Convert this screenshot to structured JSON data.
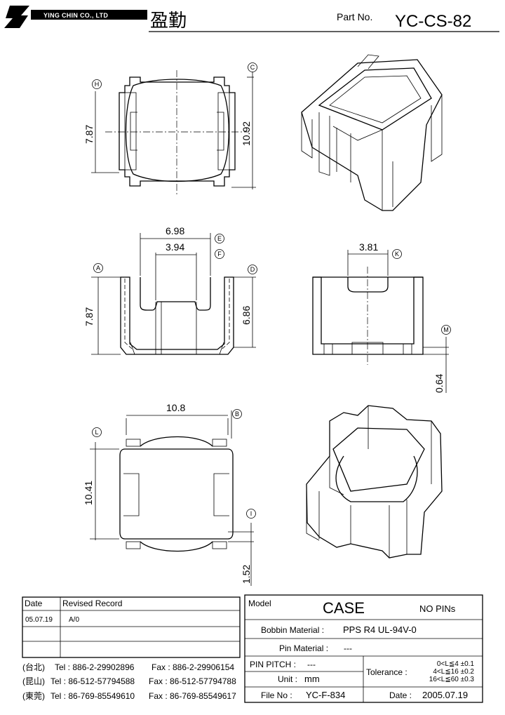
{
  "header": {
    "company": "YING CHIN CO., LTD",
    "brand_cn": "盈勤",
    "part_label": "Part  No.",
    "part_no": "YC-CS-82"
  },
  "dims": {
    "top_height": "7.87",
    "top_width": "10.92",
    "front_outer": "6.98",
    "front_inner": "3.94",
    "front_height": "7.87",
    "front_inner_height": "6.86",
    "side_slot": "3.81",
    "pin_offset": "0.64",
    "bottom_width": "10.8",
    "bottom_height": "10.41",
    "bottom_offset": "1.52"
  },
  "markers": {
    "A": "A",
    "B": "B",
    "C": "C",
    "D": "D",
    "E": "E",
    "F": "F",
    "H": "H",
    "I": "I",
    "K": "K",
    "L": "L",
    "M": "M"
  },
  "revision": {
    "date_header": "Date",
    "record_header": "Revised  Record",
    "rows": [
      {
        "date": "05.07.19",
        "record": "A/0"
      },
      {
        "date": "",
        "record": ""
      },
      {
        "date": "",
        "record": ""
      }
    ]
  },
  "contacts": [
    {
      "city": "(台北)",
      "tel": "Tel : 886-2-29902896",
      "fax": "Fax : 886-2-29906154"
    },
    {
      "city": "(昆山)",
      "tel": "Tel : 86-512-57794588",
      "fax": "Fax : 86-512-57794788"
    },
    {
      "city": "(東莞)",
      "tel": "Tel : 86-769-85549610",
      "fax": "Fax : 86-769-85549617"
    }
  ],
  "spec": {
    "model_label": "Model",
    "model": "CASE",
    "pins": "NO PINs",
    "bobbin_label": "Bobbin  Material :",
    "bobbin": "PPS R4 UL-94V-0",
    "pin_material_label": "Pin  Material :",
    "pin_material": "---",
    "pitch_label": "PIN  PITCH :",
    "pitch": "---",
    "unit_label": "Unit :",
    "unit": "mm",
    "tolerance_label": "Tolerance :",
    "tolerance_rows": [
      "0<L≦4  ±0.1",
      "4<L≦16 ±0.2",
      "16<L≦60 ±0.3"
    ],
    "file_label": "File  No :",
    "file_no": "YC-F-834",
    "date_label": "Date :",
    "date": "2005.07.19"
  }
}
